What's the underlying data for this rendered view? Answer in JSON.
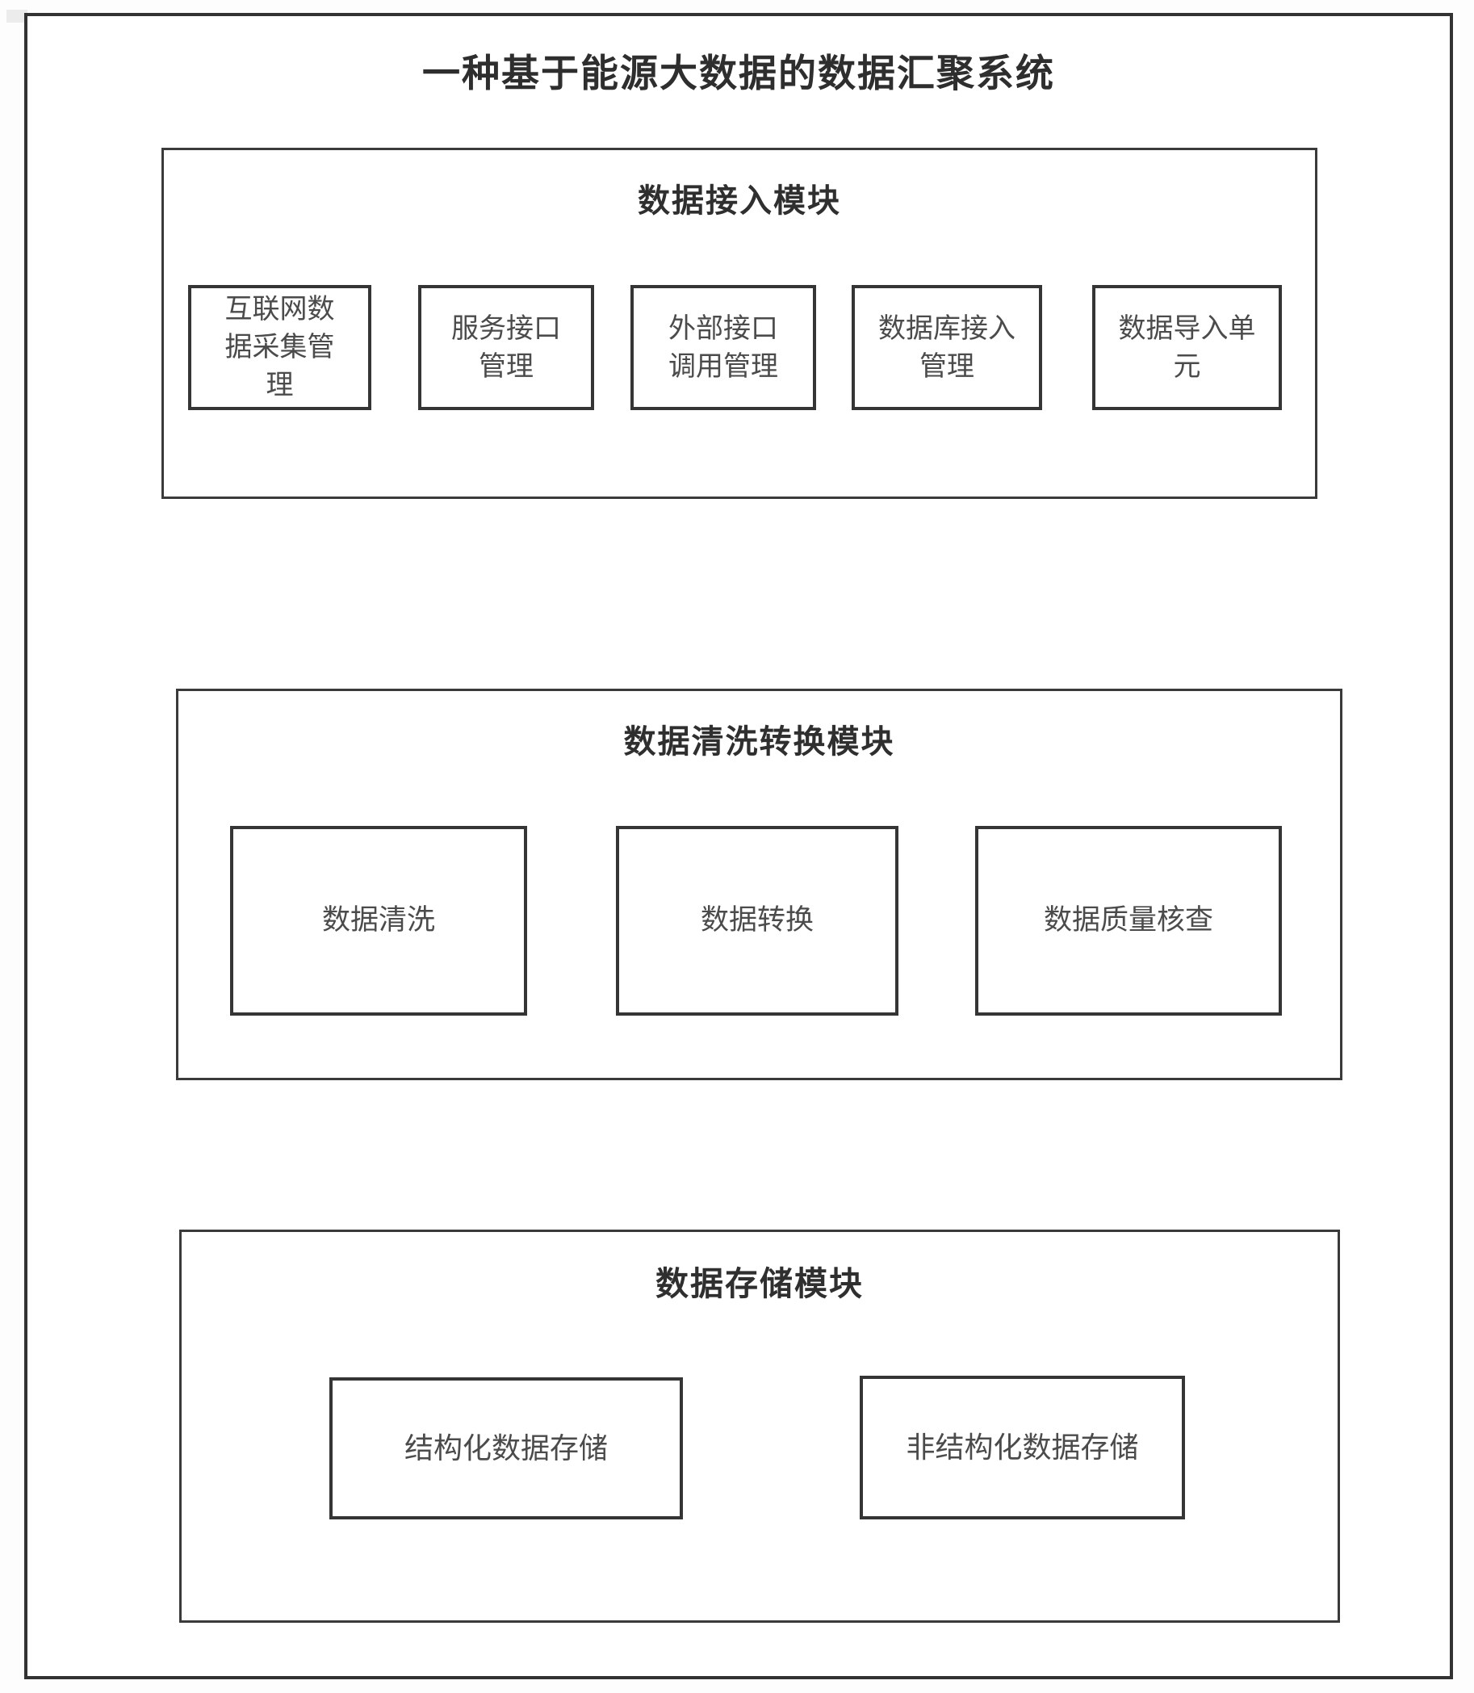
{
  "diagram_title": "一种基于能源大数据的数据汇聚系统",
  "modules": [
    {
      "title": "数据接入模块",
      "children": [
        "互联网数据采集管理",
        "服务接口管理",
        "外部接口调用管理",
        "数据库接入管理",
        "数据导入单元"
      ]
    },
    {
      "title": "数据清洗转换模块",
      "children": [
        "数据清洗",
        "数据转换",
        "数据质量核查"
      ]
    },
    {
      "title": "数据存储模块",
      "children": [
        "结构化数据存储",
        "非结构化数据存储"
      ]
    }
  ],
  "colors": {
    "outer_border": "#333333",
    "module_border": "#3a3a3a",
    "sub_box_border": "#353535",
    "title_text": "#2e2e2e",
    "box_text": "#4b4b4b",
    "background": "#ffffff"
  }
}
